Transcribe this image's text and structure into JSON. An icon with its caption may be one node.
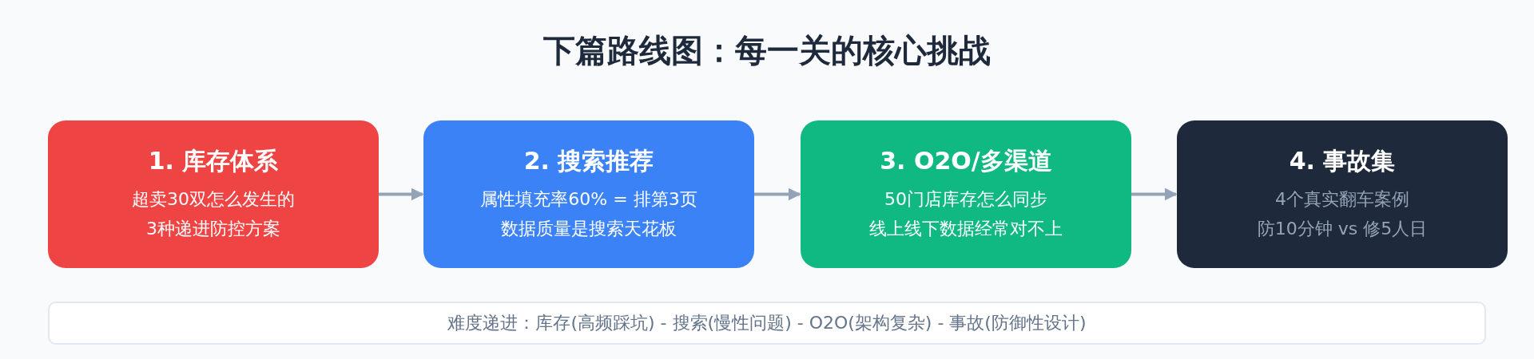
{
  "diagram": {
    "title": "下篇路线图：每一关的核心挑战",
    "nodes": [
      {
        "text": [
          "1. 库存体系",
          "超卖30双怎么发生的3种递进防控方案"
        ]
      },
      {
        "text": [
          "2. 搜索推荐",
          "属性填充率60% = 排第3页数据质量是搜索天花板"
        ]
      },
      {
        "text": [
          "3. O2O/多渠道",
          "50门店库存怎么同步线上线下数据经常对不上"
        ]
      },
      {
        "text": [
          "4. 事故集",
          "4个真实翻车案例防10分钟 vs 修5人日"
        ]
      },
      {
        "text": [
          "难度递进：库存(高频踩坑) - 搜索(慢性问题) - O2O(架构复杂) - 事故(防御性设计)"
        ]
      }
    ],
    "edges": [
      {
        "from": 0,
        "to": 1,
        "arrow": "to"
      },
      {
        "from": 1,
        "to": 2,
        "arrow": "to"
      },
      {
        "from": 2,
        "to": 3,
        "arrow": "to"
      }
    ]
  }
}
